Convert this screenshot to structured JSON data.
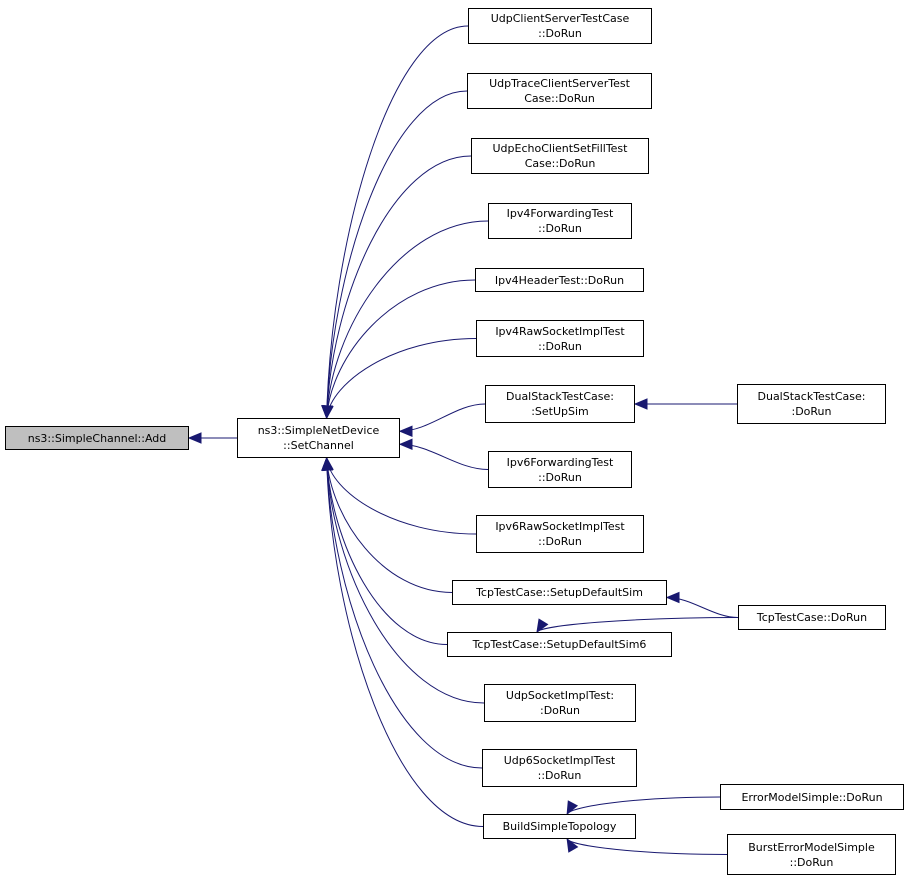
{
  "colors": {
    "edge": "#191970",
    "node_border": "#000000",
    "root_fill": "#bfbfbf",
    "node_fill": "#ffffff"
  },
  "nodes": {
    "root": {
      "lines": [
        "ns3::SimpleChannel::Add"
      ]
    },
    "setchannel": {
      "lines": [
        "ns3::SimpleNetDevice",
        "::SetChannel"
      ]
    },
    "udpcs": {
      "lines": [
        "UdpClientServerTestCase",
        "::DoRun"
      ]
    },
    "udptrace": {
      "lines": [
        "UdpTraceClientServerTest",
        "Case::DoRun"
      ]
    },
    "udpecho": {
      "lines": [
        "UdpEchoClientSetFillTest",
        "Case::DoRun"
      ]
    },
    "ipv4fwd": {
      "lines": [
        "Ipv4ForwardingTest",
        "::DoRun"
      ]
    },
    "ipv4hdr": {
      "lines": [
        "Ipv4HeaderTest::DoRun"
      ]
    },
    "ipv4raw": {
      "lines": [
        "Ipv4RawSocketImplTest",
        "::DoRun"
      ]
    },
    "dualsetup": {
      "lines": [
        "DualStackTestCase:",
        ":SetUpSim"
      ]
    },
    "ipv6fwd": {
      "lines": [
        "Ipv6ForwardingTest",
        "::DoRun"
      ]
    },
    "ipv6raw": {
      "lines": [
        "Ipv6RawSocketImplTest",
        "::DoRun"
      ]
    },
    "tcpsetup": {
      "lines": [
        "TcpTestCase::SetupDefaultSim"
      ]
    },
    "tcpsetup6": {
      "lines": [
        "TcpTestCase::SetupDefaultSim6"
      ]
    },
    "udpsock": {
      "lines": [
        "UdpSocketImplTest:",
        ":DoRun"
      ]
    },
    "udp6sock": {
      "lines": [
        "Udp6SocketImplTest",
        "::DoRun"
      ]
    },
    "buildtopo": {
      "lines": [
        "BuildSimpleTopology"
      ]
    },
    "dualrun": {
      "lines": [
        "DualStackTestCase:",
        ":DoRun"
      ]
    },
    "tcprun": {
      "lines": [
        "TcpTestCase::DoRun"
      ]
    },
    "errmodel": {
      "lines": [
        "ErrorModelSimple::DoRun"
      ]
    },
    "bursterr": {
      "lines": [
        "BurstErrorModelSimple",
        "::DoRun"
      ]
    }
  },
  "edges": [
    {
      "from": "setchannel",
      "to": "root"
    },
    {
      "from": "udpcs",
      "to": "setchannel"
    },
    {
      "from": "udptrace",
      "to": "setchannel"
    },
    {
      "from": "udpecho",
      "to": "setchannel"
    },
    {
      "from": "ipv4fwd",
      "to": "setchannel"
    },
    {
      "from": "ipv4hdr",
      "to": "setchannel"
    },
    {
      "from": "ipv4raw",
      "to": "setchannel"
    },
    {
      "from": "dualsetup",
      "to": "setchannel"
    },
    {
      "from": "ipv6fwd",
      "to": "setchannel"
    },
    {
      "from": "ipv6raw",
      "to": "setchannel"
    },
    {
      "from": "tcpsetup",
      "to": "setchannel"
    },
    {
      "from": "tcpsetup6",
      "to": "setchannel"
    },
    {
      "from": "udpsock",
      "to": "setchannel"
    },
    {
      "from": "udp6sock",
      "to": "setchannel"
    },
    {
      "from": "buildtopo",
      "to": "setchannel"
    },
    {
      "from": "dualrun",
      "to": "dualsetup"
    },
    {
      "from": "tcprun",
      "to": "tcpsetup"
    },
    {
      "from": "tcprun",
      "to": "tcpsetup6"
    },
    {
      "from": "errmodel",
      "to": "buildtopo"
    },
    {
      "from": "bursterr",
      "to": "buildtopo"
    }
  ]
}
